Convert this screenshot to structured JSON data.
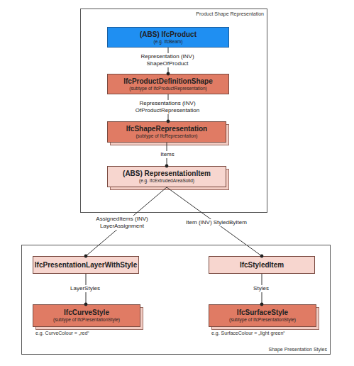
{
  "diagram": {
    "nodes": [
      {
        "text": [
          "Product Shape Representation"
        ]
      },
      {
        "text": [
          "(ABS) IfcProduct",
          "(e.g. IfcBeam)"
        ],
        "in": 0
      },
      {
        "text": [
          "IfcProductDefinitionShape",
          "(subtype of IfcProductRepresentation)"
        ],
        "in": 0
      },
      {
        "text": [
          "IfcShapeRepresentation",
          "(subtype of IfcRepresentation)"
        ],
        "in": 0
      },
      {
        "text": [
          "(ABS) RepresentationItem",
          "(e.g. IfcExtrudedAreaSolid)"
        ],
        "in": 0
      },
      {
        "text": [
          "Shape Presentation Styles"
        ]
      },
      {
        "text": [
          "IfcPresentationLayerWithStyle"
        ],
        "in": 5
      },
      {
        "text": [
          "IfcStyledItem"
        ],
        "in": 5
      },
      {
        "text": [
          "IfcCurveStyle",
          "(subtype of IfcPresentationStyle)"
        ],
        "in": 5
      },
      {
        "text": [
          "IfcSurfaceStyle",
          "(subtype of IfcPresentationStyle)"
        ],
        "in": 5
      }
    ],
    "edges": [
      {
        "from": 1,
        "to": 2,
        "arrow": "to",
        "label": "Representation (INV) ShapeOfProduct"
      },
      {
        "from": 2,
        "to": 3,
        "arrow": "to",
        "label": "Representations (INV) OfProductRepresentation"
      },
      {
        "from": 3,
        "to": 4,
        "arrow": "to",
        "label": "Items"
      },
      {
        "from": 4,
        "to": 6,
        "arrow": "to",
        "label": "AssignedItems (INV) LayerAssignment"
      },
      {
        "from": 4,
        "to": 7,
        "arrow": "to",
        "label": "Item (INV) StyledByItem"
      },
      {
        "from": 6,
        "to": 8,
        "arrow": "to",
        "label": "LayerStyles"
      },
      {
        "from": 7,
        "to": 9,
        "arrow": "to",
        "label": "Styles"
      }
    ],
    "labels": [
      "e.g. CurveColour = „red“",
      "e.g. SurfaceColour = „light green“"
    ]
  }
}
